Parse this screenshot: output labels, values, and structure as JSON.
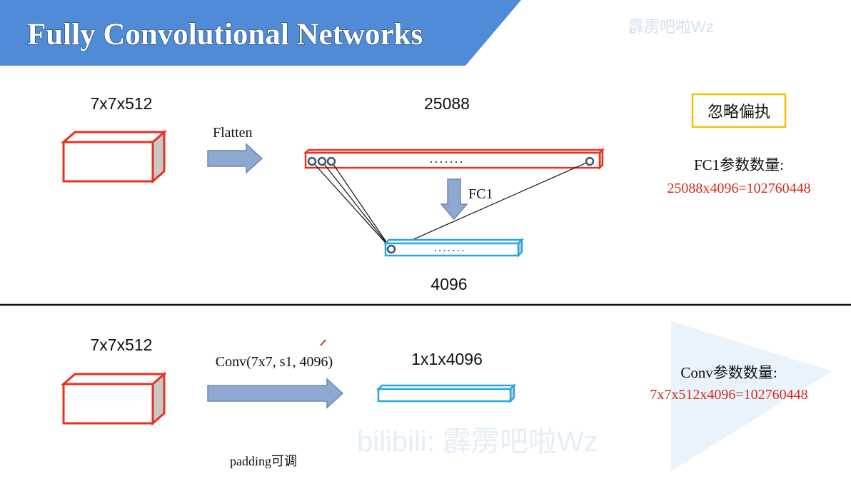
{
  "title": "Fully Convolutional Networks",
  "watermark": {
    "corner": "霹雳吧啦Wz",
    "center": "bilibili: 霹雳吧啦Wz"
  },
  "colors": {
    "header": "#4f8bd6",
    "red_box": "#e8321e",
    "blue_box": "#27a6df",
    "arrow": "#8ea9d0",
    "red_text": "#d42a1a",
    "badge_border": "#f2c200"
  },
  "top": {
    "input_label": "7x7x512",
    "flatten_label": "Flatten",
    "flat_label": "25088",
    "dots": ".......",
    "fc_label": "FC1",
    "output_label": "4096",
    "badge": "忽略偏执",
    "param_title": "FC1参数数量:",
    "param_formula": "25088x4096=102760448"
  },
  "bottom": {
    "input_label": "7x7x512",
    "conv_label": "Conv(7x7, s1, 4096)",
    "output_label": "1x1x4096",
    "param_title": "Conv参数数量:",
    "param_formula": "7x7x512x4096=102760448",
    "padding_note": "padding可调"
  }
}
